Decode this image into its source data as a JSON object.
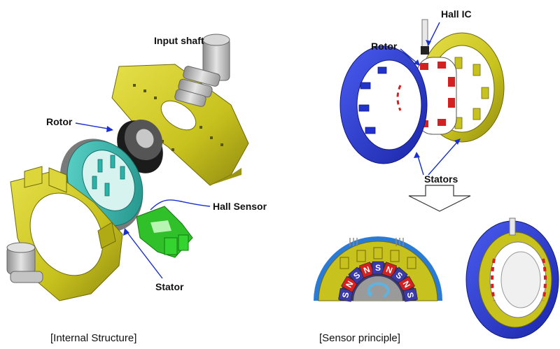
{
  "labels": {
    "input_shaft": "Input shaft",
    "rotor_left": "Rotor",
    "hall_sensor": "Hall Sensor",
    "stator": "Stator",
    "hall_ic": "Hall IC",
    "rotor_right": "Rotor",
    "stators": "Stators"
  },
  "captions": {
    "internal_structure": "[Internal Structure]",
    "sensor_principle": "[Sensor principle]"
  },
  "magnet_poles": [
    "S",
    "N",
    "S",
    "N",
    "S",
    "N",
    "S",
    "N",
    "S"
  ],
  "colors": {
    "housing_yellow": "#c8c21e",
    "stator_teal": "#2ab3a8",
    "sensor_green": "#2fc02a",
    "rotor_black": "#222222",
    "shaft_gray": "#b9b9b9",
    "ring_blue": "#2233cc",
    "magnet_red": "#d42020",
    "arrow_blue": "#1a2fd0"
  }
}
